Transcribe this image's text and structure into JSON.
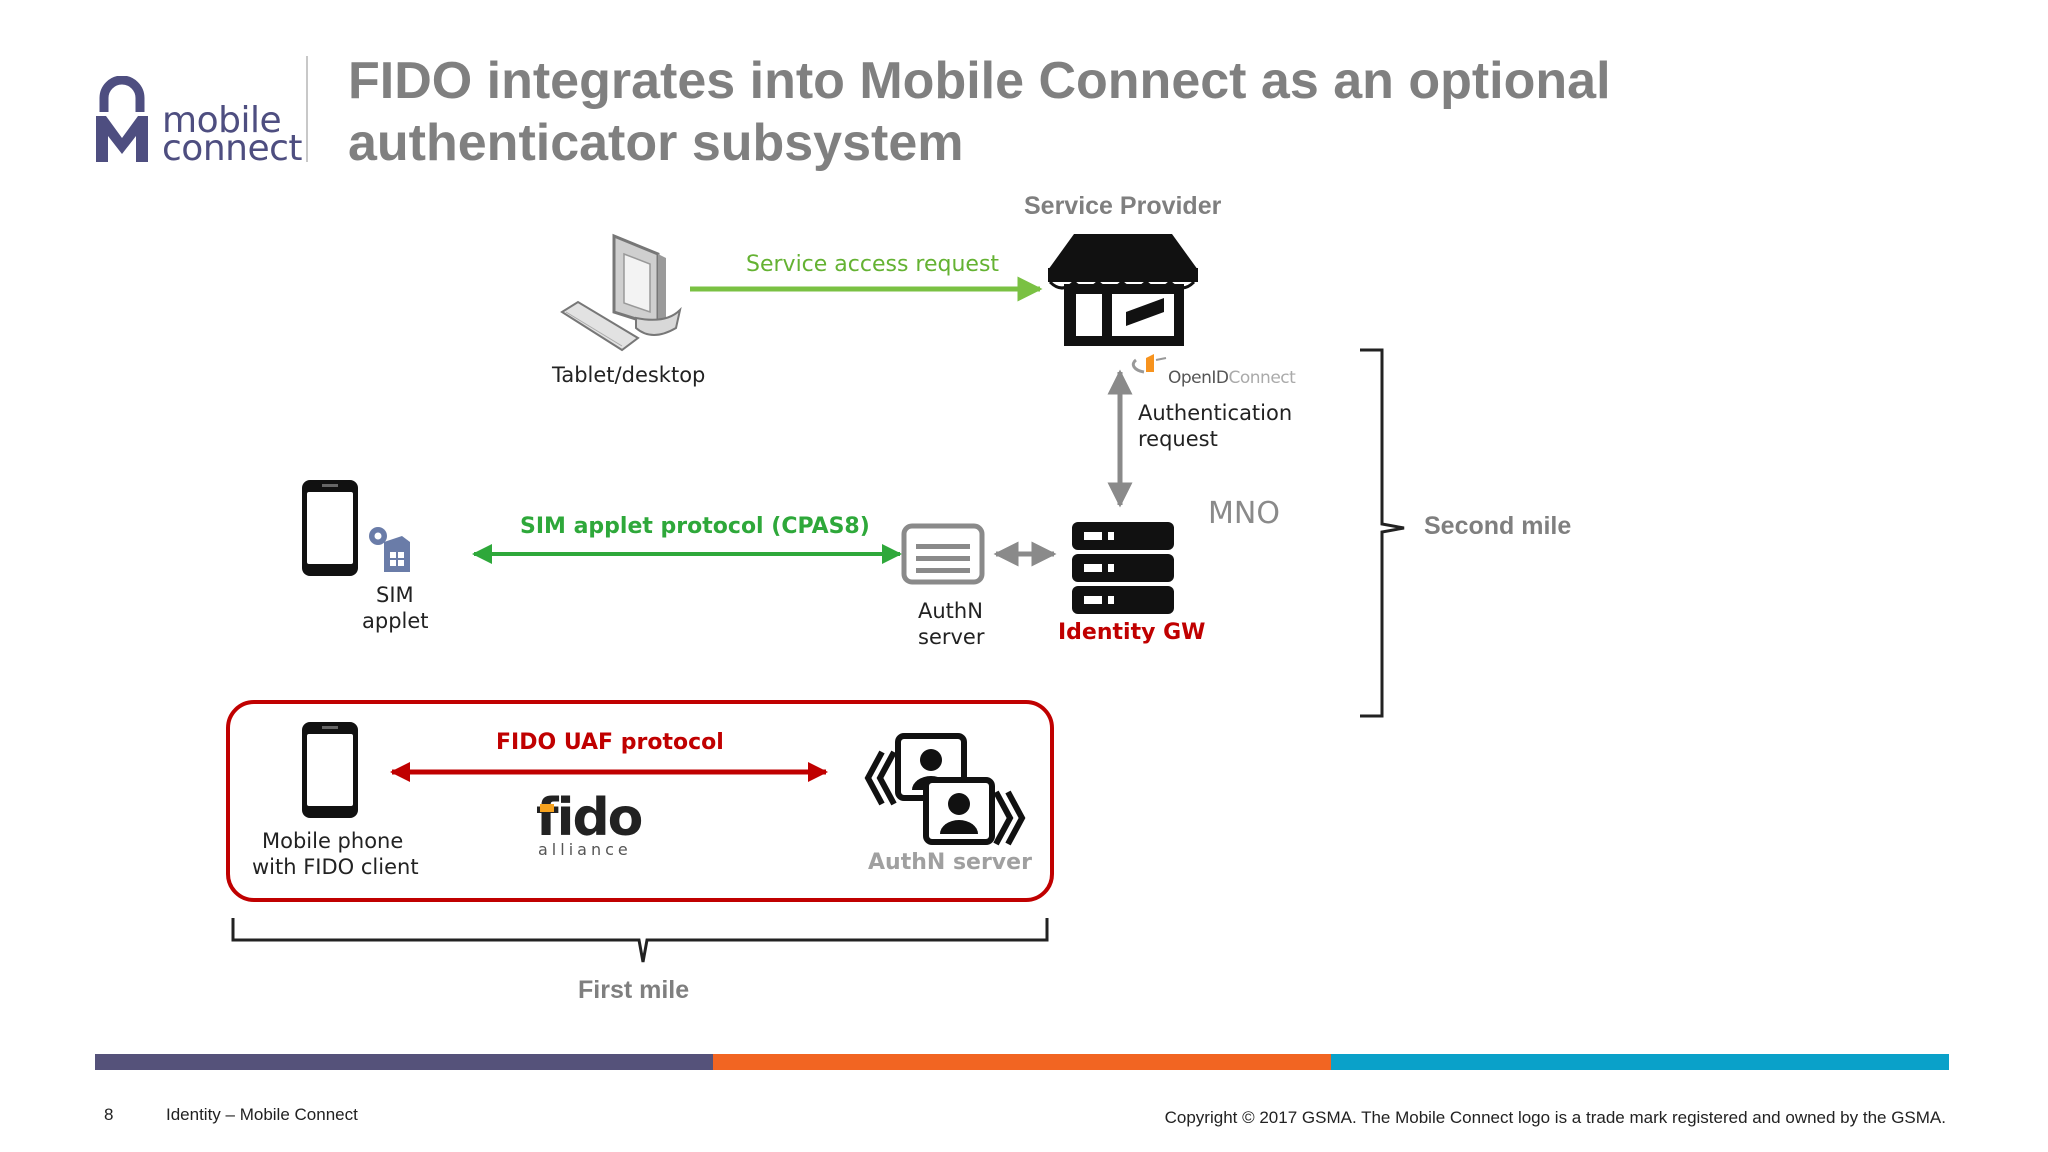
{
  "logo": {
    "line1": "mobile",
    "line2": "connect"
  },
  "title": {
    "line1": "FIDO integrates into Mobile Connect as an optional",
    "line2": "authenticator subsystem"
  },
  "diagram": {
    "service_provider": "Service Provider",
    "service_access_request": "Service access request",
    "tablet_desktop": "Tablet/desktop",
    "openid_brand": "OpenID",
    "openid_connect": "Connect",
    "authentication_request_line1": "Authentication",
    "authentication_request_line2": "request",
    "mno": "MNO",
    "second_mile": "Second mile",
    "sim_applet_protocol": "SIM applet protocol  (CPAS8)",
    "sim_line1": "SIM",
    "sim_line2": "applet",
    "authn_server_line1": "AuthN",
    "authn_server_line2": "server",
    "identity_gw": "Identity  GW",
    "fido_uaf_protocol": "FIDO UAF protocol",
    "mobile_phone_line1": "Mobile phone",
    "mobile_phone_line2": "with FIDO client",
    "fido_logo_main": "fido",
    "fido_logo_sub": "alliance",
    "fido_authn_server": "AuthN  server",
    "first_mile": "First mile"
  },
  "footer": {
    "page_number": "8",
    "section": "Identity – Mobile Connect",
    "copyright": "Copyright © 2017 GSMA. The Mobile Connect logo is a trade mark registered and owned by the GSMA."
  },
  "colors": {
    "bar_purple": "#55527a",
    "bar_orange": "#f26522",
    "bar_blue": "#0aa1c9",
    "green_arrow": "#7ac143",
    "green_protocol": "#2ea83a",
    "fido_red": "#c00000",
    "grey_arrow": "#8a8a8a"
  }
}
